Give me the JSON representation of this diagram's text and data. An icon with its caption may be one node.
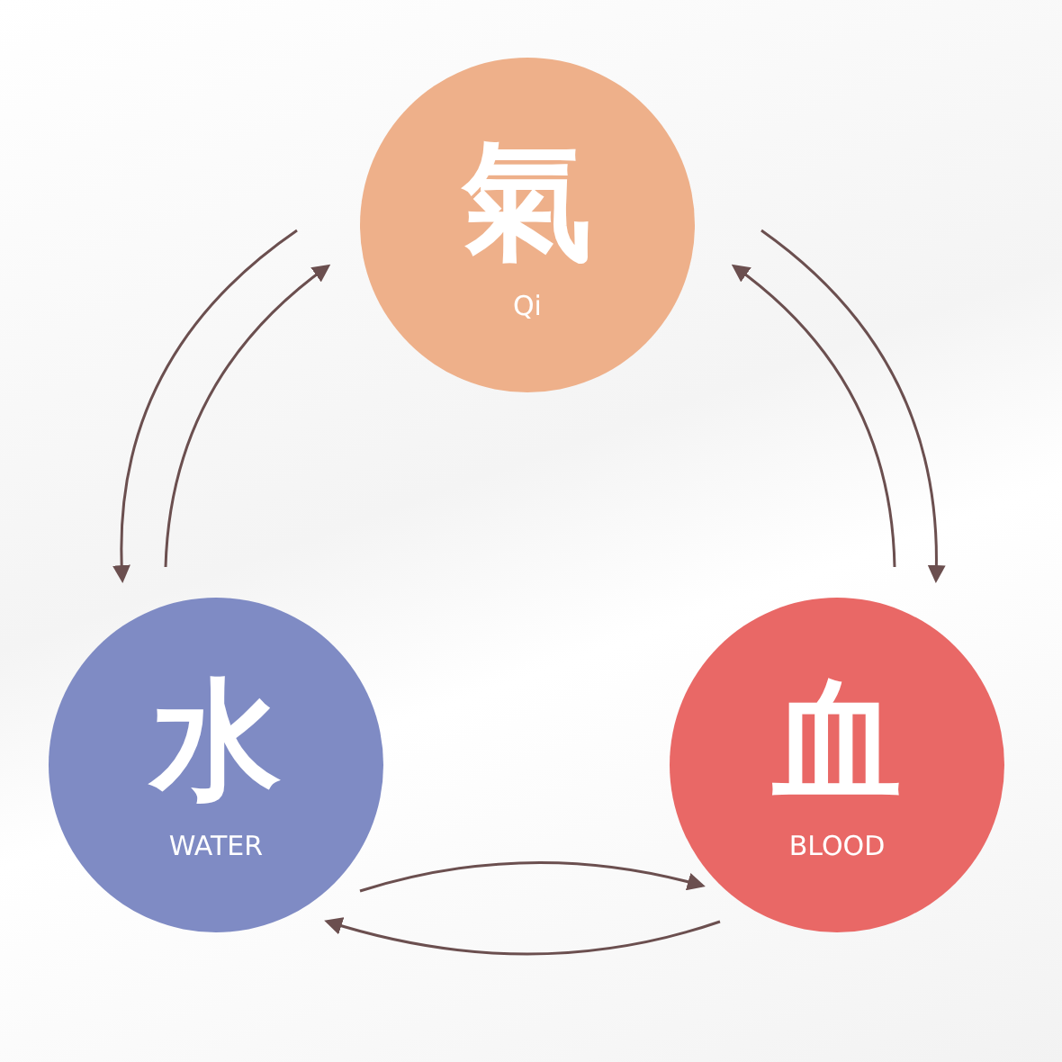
{
  "diagram": {
    "nodes": [
      {
        "text": [
          "氣",
          "Qi"
        ]
      },
      {
        "text": [
          "水",
          "WATER"
        ]
      },
      {
        "text": [
          "血",
          "BLOOD"
        ]
      }
    ],
    "edges": [
      {
        "from": 0,
        "to": 1,
        "arrow": "to"
      },
      {
        "from": 1,
        "to": 0,
        "arrow": "to"
      },
      {
        "from": 0,
        "to": 2,
        "arrow": "to"
      },
      {
        "from": 2,
        "to": 0,
        "arrow": "to"
      },
      {
        "from": 1,
        "to": 2,
        "arrow": "to"
      },
      {
        "from": 2,
        "to": 1,
        "arrow": "to"
      }
    ]
  }
}
